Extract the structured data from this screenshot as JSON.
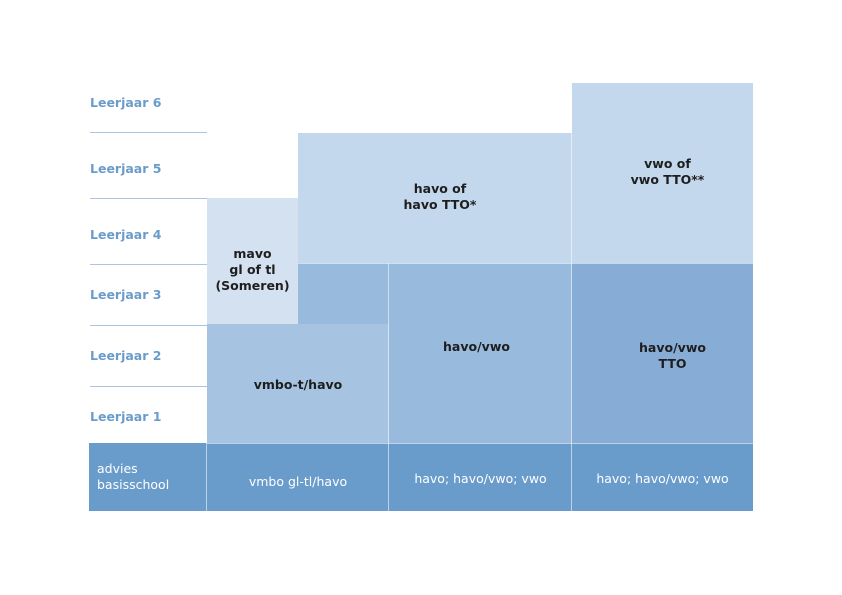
{
  "years": {
    "y6": "Leerjaar 6",
    "y5": "Leerjaar 5",
    "y4": "Leerjaar 4",
    "y3": "Leerjaar 3",
    "y2": "Leerjaar 2",
    "y1": "Leerjaar 1"
  },
  "blocks": {
    "mavo": "mavo\ngl of tl\n(Someren)",
    "vmbo_t_havo": "vmbo-t/havo",
    "havo_tto": "havo of\nhavo TTO*",
    "havo_vwo": "havo/vwo",
    "vwo_tto": "vwo of\nvwo TTO**",
    "havo_vwo_tto": "havo/vwo\nTTO"
  },
  "advice": {
    "label": "advies\nbasisschool",
    "col1": "vmbo gl-tl/havo",
    "col2": "havo; havo/vwo; vwo",
    "col3": "havo; havo/vwo; vwo"
  },
  "colors": {
    "label_blue": "#6a9ccb",
    "very_light": "#d3e1f0",
    "light": "#c3d8ec",
    "medium_light": "#a6c4e2",
    "medium": "#98badd",
    "medium_dark": "#87acd5",
    "footer": "#6a9ccb"
  }
}
